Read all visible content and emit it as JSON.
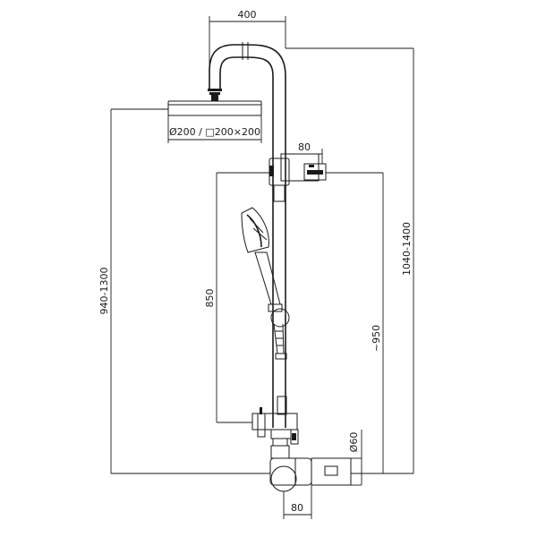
{
  "dimensions": {
    "arm_reach": "400",
    "head_size": "Ø200 / □200×200",
    "holder_offset": "80",
    "outlet_height": "940-1300",
    "column_height": "1040-1400",
    "hand_shower_height": "850",
    "holder_to_mixer": "~950",
    "inlet_diameter": "Ø60",
    "inlet_spacing": "80"
  }
}
